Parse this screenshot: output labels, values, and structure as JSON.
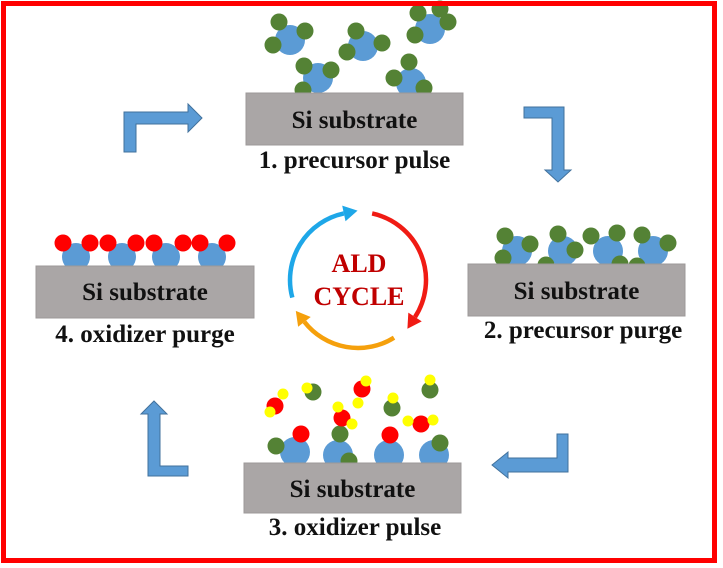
{
  "title": "ALD cycle schematic",
  "colors": {
    "frame": "#ff0000",
    "substrate": "#aaa6a6",
    "substrate_edge": "#9c9898",
    "metal_atom": "#5b9bd5",
    "ligand": "#548235",
    "oxygen": "#ff0000",
    "hydrogen": "#ffff00",
    "step_arrow": "#5b9bd5",
    "step_arrow_edge": "#41719c",
    "cycle_text": "#c00000",
    "cycle_blue": "#1ea7e8",
    "cycle_red": "#f01b14",
    "cycle_orange": "#f5a00c"
  },
  "cycle": {
    "line1": "ALD",
    "line2": "CYCLE"
  },
  "panels": [
    {
      "id": "precursor-pulse",
      "substrate_label": "Si substrate",
      "step_label": "1. precursor pulse"
    },
    {
      "id": "precursor-purge",
      "substrate_label": "Si substrate",
      "step_label": "2. precursor purge"
    },
    {
      "id": "oxidizer-pulse",
      "substrate_label": "Si substrate",
      "step_label": "3. oxidizer pulse"
    },
    {
      "id": "oxidizer-purge",
      "substrate_label": "Si substrate",
      "step_label": "4. oxidizer purge"
    }
  ],
  "arrows": [
    {
      "from": "oxidizer-purge",
      "to": "precursor-pulse",
      "direction": "right"
    },
    {
      "from": "precursor-pulse",
      "to": "precursor-purge",
      "direction": "down"
    },
    {
      "from": "precursor-purge",
      "to": "oxidizer-pulse",
      "direction": "left"
    },
    {
      "from": "oxidizer-pulse",
      "to": "oxidizer-purge",
      "direction": "up"
    }
  ]
}
